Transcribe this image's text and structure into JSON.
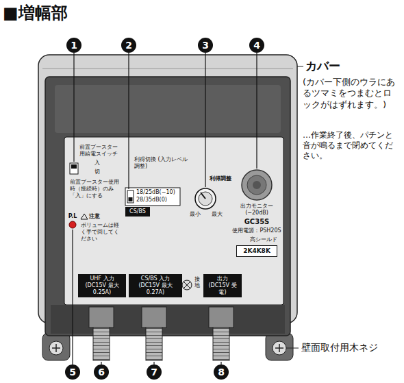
{
  "diagram": {
    "title": "■増幅部",
    "nodes": [
      {
        "text": [
          "CS/BS"
        ]
      },
      {
        "text": [
          "2K4K8K"
        ]
      },
      {
        "text": [
          "UHF 入力",
          "(DC15V 最大0.25A)"
        ]
      },
      {
        "text": [
          "CS/BS 入力",
          "(DC15V 最大0.27A)"
        ]
      },
      {
        "text": [
          "出力",
          "(DC15V 受電)"
        ]
      }
    ],
    "labels": [
      "1",
      "2",
      "3",
      "4",
      "5",
      "6",
      "7",
      "8",
      "カバー",
      "(カバー下側のウラにあるツマミをつまむとロックがはずれます。)",
      "…作業終了後、パチンと音が鳴るまで閉めてください。",
      "壁面取付用木ネジ",
      "前置ブースター用給電スイッチ",
      "入",
      "切",
      "前置ブースター使用時（接続時）のみ「入」にする",
      "P.L",
      "注意",
      "ボリュームは軽く手で回してください",
      "利得切換 (入力レベル調整)",
      "18/25dB(−10)",
      "28/35dB(0)",
      "利得調整",
      "最小",
      "最大",
      "出力モニター (−20dB)",
      "GC35S",
      "使用電源：PSH20S",
      "高シールド",
      "接地"
    ]
  }
}
